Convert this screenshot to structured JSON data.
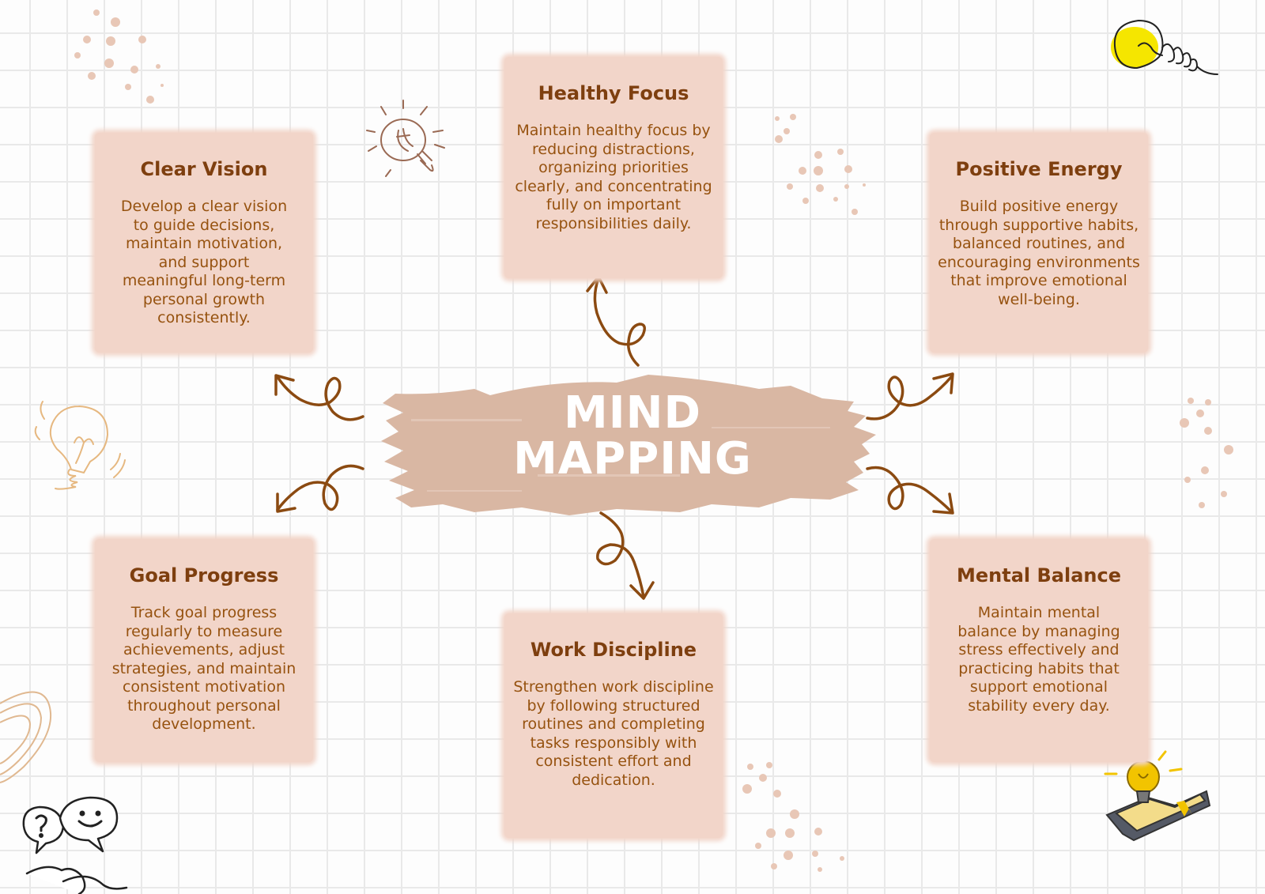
{
  "title": {
    "line1": "MIND",
    "line2": "MAPPING"
  },
  "colors": {
    "card": "#f2d5c9",
    "heading": "#7e3f0f",
    "body": "#96520f",
    "arrow": "#8b4a11",
    "brush": "#d9b7a3",
    "dot": "#e8c7b6",
    "bulb": "#f5e600"
  },
  "cards": {
    "clear_vision": {
      "heading": "Clear Vision",
      "body": "Develop a clear vision to guide decisions, maintain motivation, and support meaningful long-term personal growth consistently."
    },
    "healthy_focus": {
      "heading": "Healthy Focus",
      "body": "Maintain healthy focus by reducing distractions, organizing priorities clearly, and concentrating fully on important responsibilities daily."
    },
    "positive_energy": {
      "heading": "Positive Energy",
      "body": "Build positive energy through supportive habits, balanced routines, and encouraging environments that improve emotional well-being."
    },
    "goal_progress": {
      "heading": "Goal Progress",
      "body": "Track goal progress regularly to measure achievements, adjust strategies, and maintain consistent motivation throughout personal development."
    },
    "work_discipline": {
      "heading": "Work Discipline",
      "body": "Strengthen work discipline by following structured routines and completing tasks responsibly with consistent effort and dedication."
    },
    "mental_balance": {
      "heading": "Mental Balance",
      "body": "Maintain mental balance by managing stress effectively and practicing habits that support emotional stability every day."
    }
  },
  "decorations": [
    "lightbulb-icon",
    "lightbulb-yellow-icon",
    "book-lightbulb-icon",
    "speech-bubbles-icon",
    "rainbow-lines-icon",
    "dot-cluster"
  ]
}
